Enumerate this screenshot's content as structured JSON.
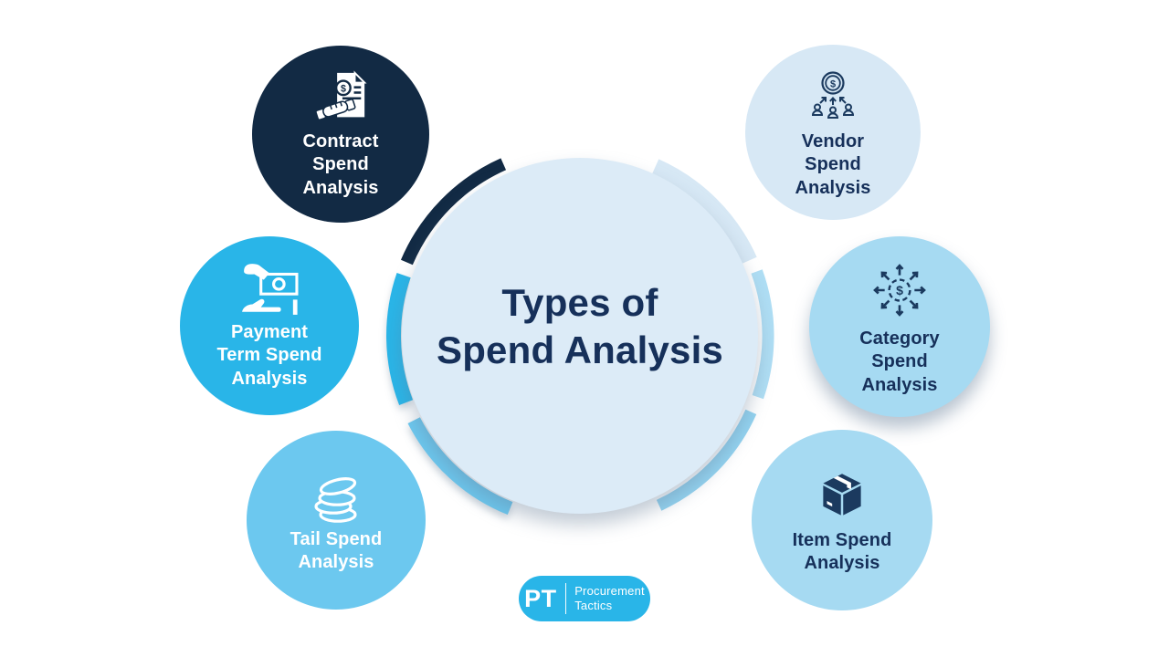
{
  "title": "Types of\nSpend Analysis",
  "colors": {
    "background": "#FFFFFF",
    "center_fill": "#DCEBF7",
    "text_navy": "#16305A",
    "icon_navy": "#1B3A5F",
    "navy": "#122A44",
    "cyan": "#29B5E8",
    "sky": "#6CC8EF",
    "light_blue": "#A6DAF2",
    "pale_blue": "#D7E8F5",
    "arc_item": "#93D3F0",
    "arc_category": "#AFDEF4",
    "white": "#FFFFFF"
  },
  "nodes": [
    {
      "id": "contract",
      "label": "Contract\nSpend\nAnalysis",
      "bg": "#122A44",
      "text": "#FFFFFF",
      "icon": "contract-document-handshake-icon"
    },
    {
      "id": "vendor",
      "label": "Vendor\nSpend\nAnalysis",
      "bg": "#D7E8F5",
      "text": "#16305A",
      "icon": "coin-people-arrows-icon"
    },
    {
      "id": "payment",
      "label": "Payment\nTerm Spend\nAnalysis",
      "bg": "#29B5E8",
      "text": "#FFFFFF",
      "icon": "hand-banknote-icon"
    },
    {
      "id": "category",
      "label": "Category\nSpend\nAnalysis",
      "bg": "#A6DAF2",
      "text": "#16305A",
      "icon": "dollar-arrows-out-icon"
    },
    {
      "id": "tail",
      "label": "Tail Spend\nAnalysis",
      "bg": "#6CC8EF",
      "text": "#FFFFFF",
      "icon": "coin-stack-icon"
    },
    {
      "id": "item",
      "label": "Item Spend\nAnalysis",
      "bg": "#A6DAF2",
      "text": "#16305A",
      "icon": "package-box-icon"
    }
  ],
  "logo": {
    "abbr": "PT",
    "line1": "Procurement",
    "line2": "Tactics",
    "bg": "#29B5E8"
  }
}
